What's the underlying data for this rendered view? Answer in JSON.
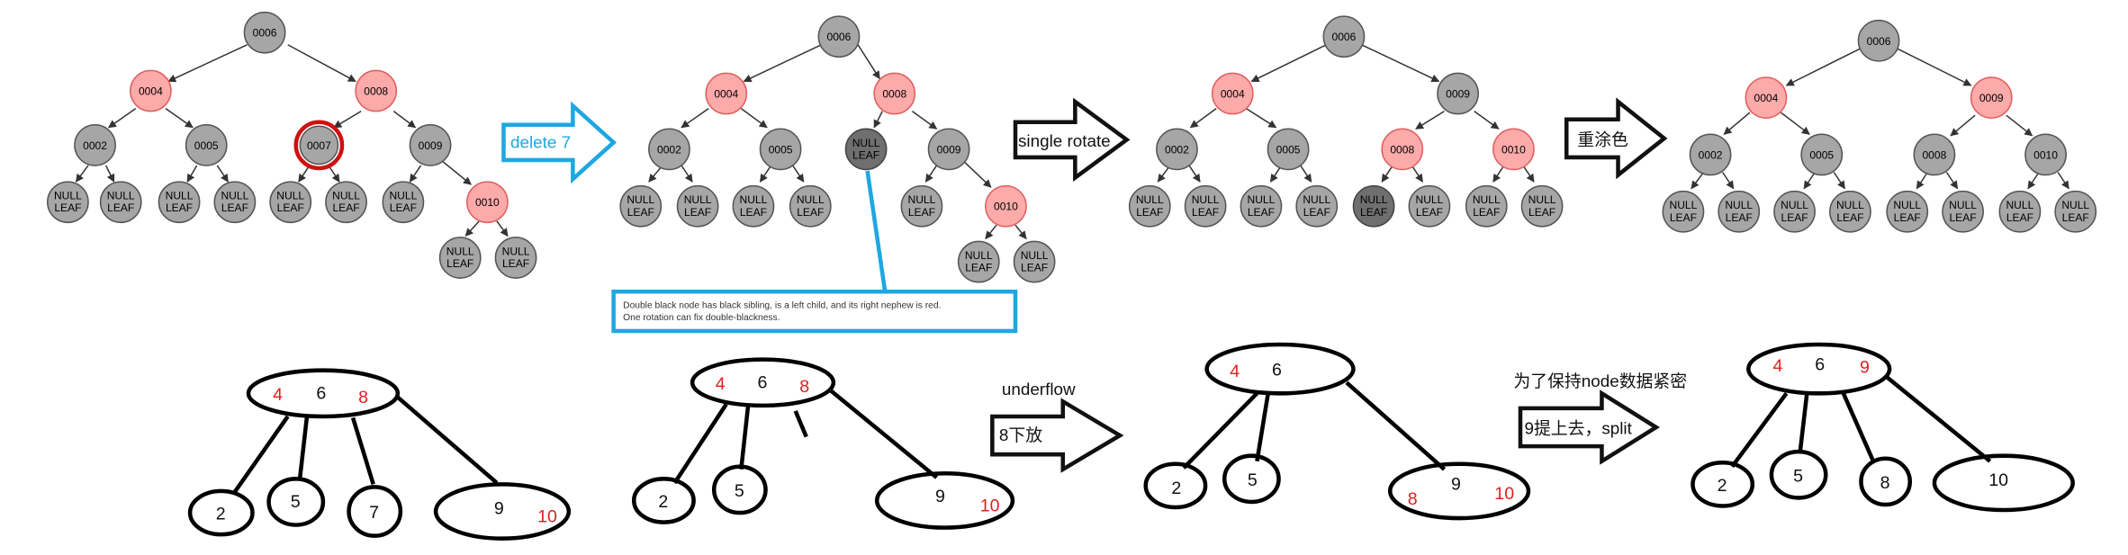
{
  "panels": [
    {
      "id": "p1",
      "nodes": [
        "0006",
        "0004",
        "0008",
        "0002",
        "0005",
        "0007",
        "0009",
        "NULL",
        "LEAF",
        "0010"
      ]
    },
    {
      "id": "p2"
    },
    {
      "id": "p3"
    },
    {
      "id": "p4"
    }
  ],
  "labels": {
    "null_line1": "NULL",
    "null_line2": "LEAF",
    "delete7": "delete 7",
    "single_rotate": "single rotate",
    "recolor": "重涂色",
    "underflow": "underflow",
    "merge_down": "8下放",
    "keep_compact": "为了保持node数据紧密",
    "split_up": "9提上去，split"
  },
  "note": {
    "line1": "Double black node has black sibling, is a left child, and its right nephew is red.",
    "line2": "One rotation can fix double-blackness."
  },
  "keys": {
    "k0006": "0006",
    "k0004": "0004",
    "k0008": "0008",
    "k0002": "0002",
    "k0005": "0005",
    "k0007": "0007",
    "k0009": "0009",
    "k0010": "0010"
  },
  "btree": {
    "t1": {
      "root": [
        "4",
        "6",
        "8"
      ],
      "children": [
        "2",
        "5",
        "7",
        "9",
        "10"
      ]
    },
    "t2": {
      "root": [
        "4",
        "6",
        "8"
      ],
      "children": [
        "2",
        "5",
        "9",
        "10"
      ]
    },
    "t3": {
      "root": [
        "4",
        "6"
      ],
      "children": [
        "2",
        "5",
        "8",
        "9",
        "10"
      ]
    },
    "t4": {
      "root": [
        "4",
        "6",
        "9"
      ],
      "children": [
        "2",
        "5",
        "8",
        "10"
      ]
    }
  },
  "colors": {
    "black_node": "#a6a6a6",
    "red_node": "#fcaaaa",
    "red_stroke": "#e06060",
    "double_black": "#6f6f6f",
    "highlight_ring": "#d01010",
    "blue": "#1ea7e1",
    "red_text": "#e02020"
  }
}
